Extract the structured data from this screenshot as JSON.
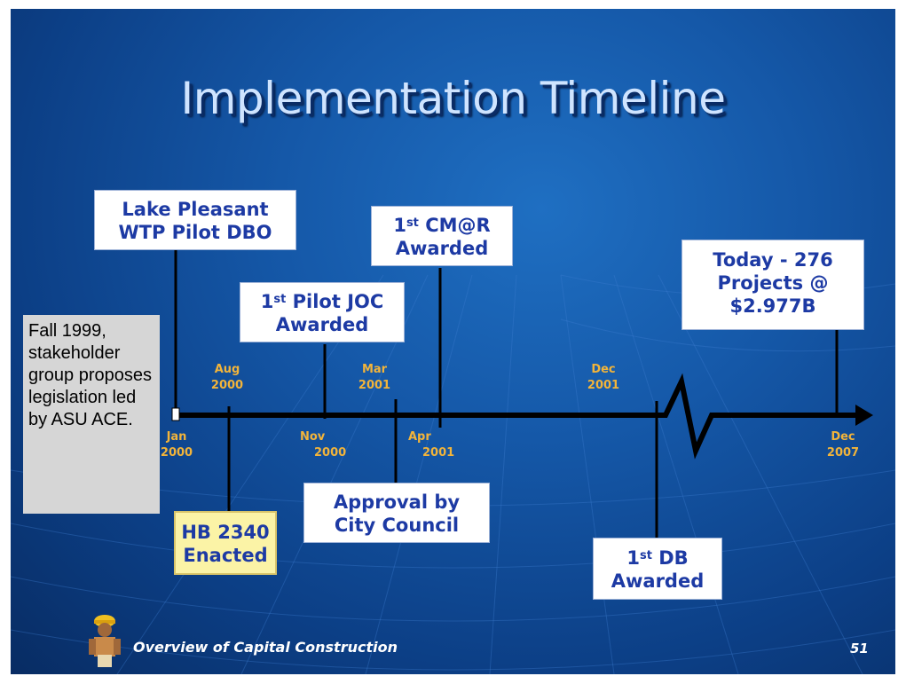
{
  "slide": {
    "title": "Implementation Timeline",
    "footer": "Overview of Capital Construction",
    "page_number": "51"
  },
  "events": {
    "lake_pleasant": {
      "line1": "Lake Pleasant",
      "line2": "WTP Pilot DBO"
    },
    "pilot_joc": {
      "ordinal_num": "1",
      "ordinal_sup": "st",
      "line1_rest": " Pilot JOC",
      "line2": "Awarded"
    },
    "cmar": {
      "ordinal_num": "1",
      "ordinal_sup": "st",
      "line1_rest": " CM@R",
      "line2": "Awarded"
    },
    "today": {
      "line1": "Today - 276",
      "line2": "Projects @",
      "line3": "$2.977B"
    },
    "hb2340": {
      "line1": "HB 2340",
      "line2": "Enacted"
    },
    "approval": {
      "line1": "Approval by",
      "line2": "City Council"
    },
    "first_db": {
      "ordinal_num": "1",
      "ordinal_sup": "st",
      "line1_rest": " DB",
      "line2": "Awarded"
    },
    "fall1999": {
      "text": "Fall 1999, stakeholder group proposes legislation led by ASU ACE."
    }
  },
  "dates": {
    "aug2000": {
      "month": "Aug",
      "year": "2000"
    },
    "mar2001": {
      "month": "Mar",
      "year": "2001"
    },
    "dec2001": {
      "month": "Dec",
      "year": "2001"
    },
    "jan2000": {
      "month": "Jan",
      "year": "2000"
    },
    "nov2000": {
      "month": "Nov",
      "year": "2000"
    },
    "apr2001": {
      "month": "Apr",
      "year": "2001"
    },
    "dec2007": {
      "month": "Dec",
      "year": "2007"
    }
  },
  "colors": {
    "accent_date": "#f2b43a",
    "box_text": "#1d3aa4",
    "background": "#1558a8"
  }
}
